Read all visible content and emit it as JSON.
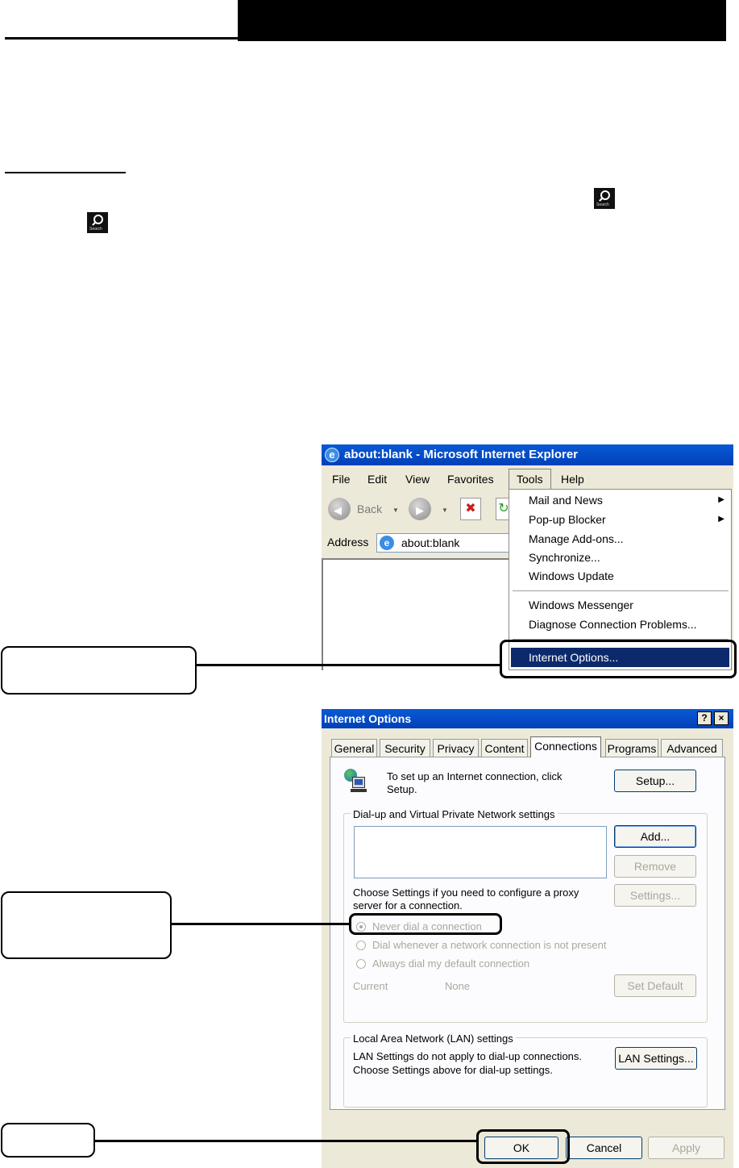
{
  "search_icon": {
    "label": "Search"
  },
  "ie_window": {
    "title": "about:blank - Microsoft Internet Explorer",
    "menu": [
      "File",
      "Edit",
      "View",
      "Favorites",
      "Tools",
      "Help"
    ],
    "toolbar": {
      "back_label": "Back"
    },
    "address_label": "Address",
    "address_value": "about:blank",
    "tools_menu": {
      "items": [
        "Mail and News",
        "Pop-up Blocker",
        "Manage Add-ons...",
        "Synchronize...",
        "Windows Update",
        "Windows Messenger",
        "Diagnose Connection Problems...",
        "Internet Options..."
      ],
      "selected": "Internet Options..."
    }
  },
  "dialog": {
    "title": "Internet Options",
    "title_buttons": [
      "?",
      "×"
    ],
    "tabs": [
      "General",
      "Security",
      "Privacy",
      "Content",
      "Connections",
      "Programs",
      "Advanced"
    ],
    "active_tab": "Connections",
    "setup_text": "To set up an Internet connection, click Setup.",
    "setup_text_line1": "To set up an Internet connection, click",
    "setup_text_line2": "Setup.",
    "setup_button": "Setup...",
    "dialup_group": "Dial-up and Virtual Private Network settings",
    "add_button": "Add...",
    "remove_button": "Remove",
    "settings_button": "Settings...",
    "proxy_text_line1": "Choose Settings if you need to configure a proxy",
    "proxy_text_line2": "server for a connection.",
    "radio_options": [
      "Never dial a connection",
      "Dial whenever a network connection is not present",
      "Always dial my default connection"
    ],
    "radio_selected": "Never dial a connection",
    "current_label": "Current",
    "current_value": "None",
    "set_default_button": "Set Default",
    "lan_group": "Local Area Network (LAN) settings",
    "lan_text_line1": "LAN Settings do not apply to dial-up connections.",
    "lan_text_line2": "Choose Settings above for dial-up settings.",
    "lan_button": "LAN Settings...",
    "ok_button": "OK",
    "cancel_button": "Cancel",
    "apply_button": "Apply"
  }
}
